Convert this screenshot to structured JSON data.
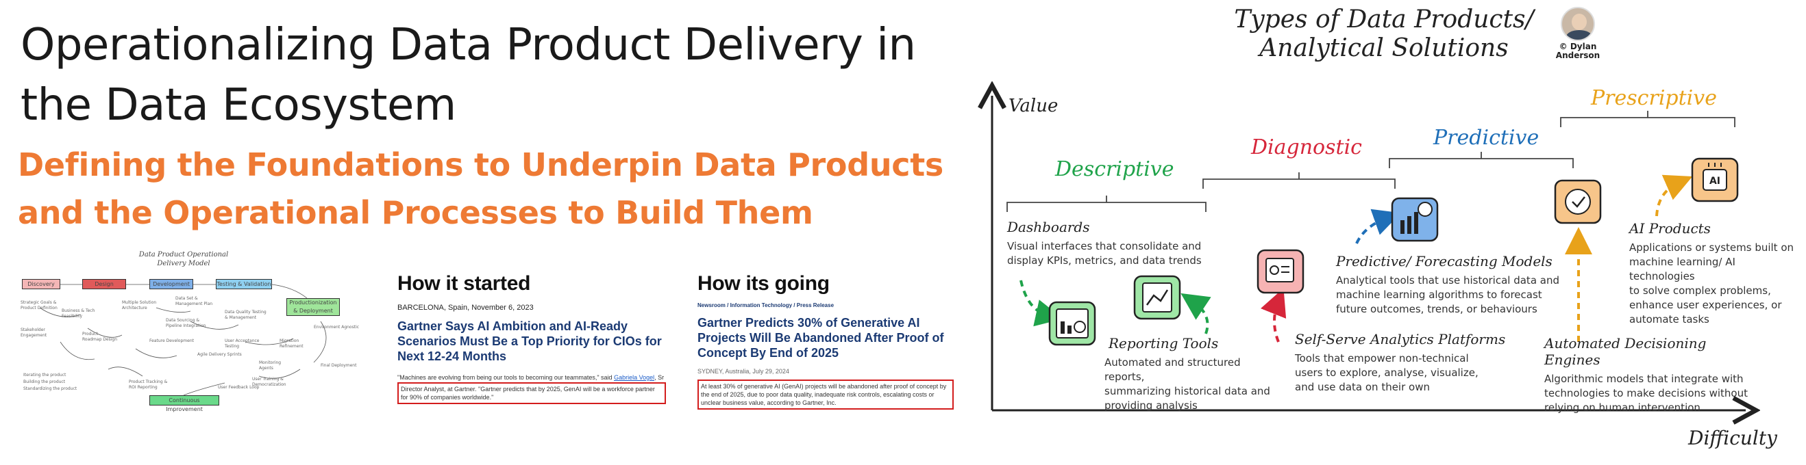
{
  "title": "Operationalizing Data Product Delivery in the Data Ecosystem",
  "subtitle": "Defining the Foundations to Underpin Data Products and the Operational Processes to Build Them",
  "flow_diagram": {
    "title": "Data Product Operational Delivery Model",
    "stages": [
      "Discovery",
      "Design",
      "Development",
      "Testing & Validation",
      "Productionization & Deployment",
      "Continuous Improvement"
    ],
    "colors": {
      "discovery": "#f4b6b6",
      "design": "#e05a5a",
      "development": "#7fb0e8",
      "testing": "#8fd0f0",
      "production": "#9fe59a",
      "improvement": "#6ad98a"
    }
  },
  "news_left": {
    "heading": "How it started",
    "dateline": "BARCELONA, Spain, November 6, 2023",
    "headline": "Gartner Says AI Ambition and AI-Ready Scenarios Must Be a Top Priority for CIOs for Next 12-24 Months",
    "quote_start": "\"Machines are evolving from being our tools to becoming our teammates,\" said",
    "quote_name": "Gabriela Vogel",
    "quote_end": ", Sr",
    "boxed": "Director Analyst, at Gartner. \"Gartner predicts that by 2025, GenAI will be a workforce partner for 90% of companies worldwide.\""
  },
  "news_right": {
    "heading": "How its going",
    "breadcrumb": "Newsroom / Information Technology / Press Release",
    "headline": "Gartner Predicts 30% of Generative AI Projects Will Be Abandoned After Proof of Concept By End of 2025",
    "dateline": "SYDNEY, Australia, July 29, 2024",
    "boxed": "At least 30% of generative AI (GenAI) projects will be abandoned after proof of concept by the end of 2025, due to poor data quality, inadequate risk controls, escalating costs or unclear business value, according to Gartner, Inc."
  },
  "chart": {
    "title_line1": "Types of Data Products/",
    "title_line2": "Analytical Solutions",
    "author_line1": "© Dylan",
    "author_line2": "Anderson",
    "y_axis": "Value",
    "x_axis": "Difficulty",
    "categories": [
      {
        "label": "Descriptive",
        "color": "#1fa34a"
      },
      {
        "label": "Diagnostic",
        "color": "#d6263a"
      },
      {
        "label": "Predictive",
        "color": "#1f6fb8"
      },
      {
        "label": "Prescriptive",
        "color": "#e8a21a"
      }
    ],
    "products": [
      {
        "name": "Dashboards",
        "desc": [
          "Visual interfaces that consolidate and",
          "display KPIs, metrics, and data trends"
        ]
      },
      {
        "name": "Reporting Tools",
        "desc": [
          "Automated and structured reports,",
          "summarizing historical data and",
          "providing analysis"
        ]
      },
      {
        "name": "Self-Serve Analytics Platforms",
        "desc": [
          "Tools that empower non-technical",
          "users to explore, analyse, visualize,",
          "and use data on their own"
        ]
      },
      {
        "name": "Predictive/ Forecasting Models",
        "desc": [
          "Analytical tools that use historical data and",
          "machine learning algorithms to forecast",
          "future outcomes, trends, or behaviours"
        ]
      },
      {
        "name": "Automated Decisioning Engines",
        "desc": [
          "Algorithmic models that integrate with",
          "technologies to make decisions without",
          "relying on human intervention"
        ]
      },
      {
        "name": "AI Products",
        "desc": [
          "Applications or systems built on",
          "machine learning/ AI technologies",
          "to solve complex problems,",
          "enhance user experiences, or",
          "automate tasks"
        ]
      }
    ],
    "icon_colors": {
      "green": "#9fe6a6",
      "red": "#f6b3b3",
      "blue": "#7fb2ea",
      "orange": "#f7c58a"
    }
  }
}
